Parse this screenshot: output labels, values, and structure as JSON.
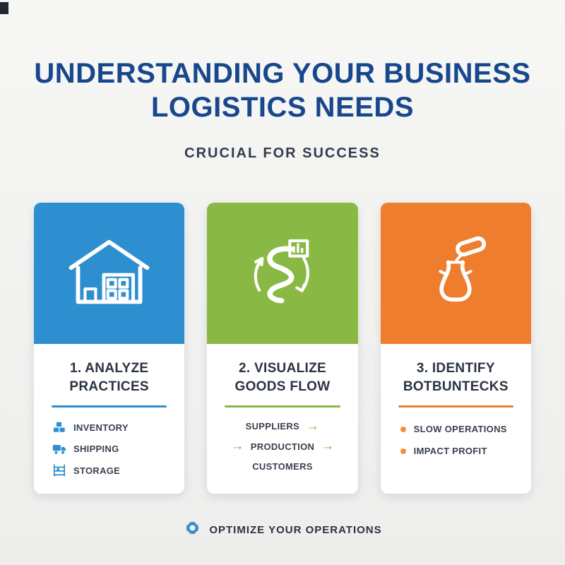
{
  "header": {
    "title_line1": "UNDERSTANDING YOUR BUSINESS",
    "title_line2": "LOGISTICS NEEDS",
    "subtitle": "CRUCIAL FOR SUCCESS"
  },
  "cards": [
    {
      "number": "1",
      "title_line1": "1. ANALYZE",
      "title_line2": "PRACTICES",
      "accent_color": "#2e8fd0",
      "icon": "warehouse-icon",
      "items": [
        {
          "label": "INVENTORY",
          "icon": "boxes-icon"
        },
        {
          "label": "SHIPPING",
          "icon": "truck-icon"
        },
        {
          "label": "STORAGE",
          "icon": "shelf-icon"
        }
      ]
    },
    {
      "number": "2",
      "title_line1": "2. VISUALIZE",
      "title_line2": "GOODS FLOW",
      "accent_color": "#89b944",
      "icon": "goods-flow-icon",
      "arrow": "→",
      "items": [
        {
          "label": "SUPPLIERS"
        },
        {
          "label": "PRODUCTION"
        },
        {
          "label": "CUSTOMERS"
        }
      ]
    },
    {
      "number": "3",
      "title_line1": "3. IDENTIFY",
      "title_line2": "BOTBUNTECKS",
      "accent_color": "#ef7d2e",
      "icon": "bottleneck-icon",
      "items": [
        {
          "label": "SLOW OPERATIONS"
        },
        {
          "label": "IMPACT PROFIT"
        }
      ]
    }
  ],
  "footer": {
    "icon": "gear-icon",
    "label": "OPTIMIZE YOUR OPERATIONS"
  },
  "colors": {
    "background": "#f1f1ef",
    "title": "#17478d",
    "card_blue": "#2e8fd0",
    "card_green": "#89b944",
    "card_orange": "#ef7d2e",
    "text_dark": "#2b3340"
  }
}
